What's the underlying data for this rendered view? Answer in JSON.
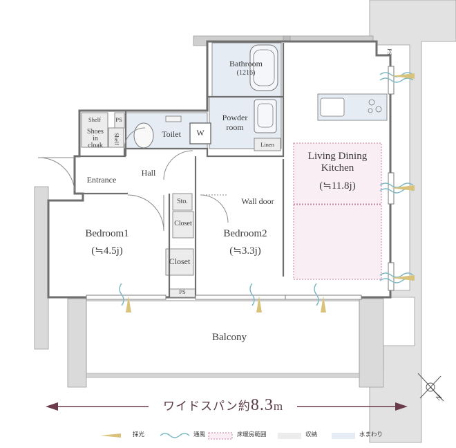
{
  "rooms": {
    "bathroom": {
      "name": "Bathroom",
      "size": "(1216)"
    },
    "powder_room": {
      "line1": "Powder",
      "line2": "room"
    },
    "toilet": "Toilet",
    "washer": "W",
    "linen": "Linen",
    "shelf_top": "Shelf",
    "ps_top": "PS",
    "shoes_cloak": {
      "line1": "Shoes",
      "line2": "in",
      "line3": "cloak"
    },
    "shelf_side": "Shelf",
    "entrance": "Entrance",
    "hall": "Hall",
    "storage": "Sto.",
    "wall_door": "Wall door",
    "closet_1": "Closet",
    "closet_2": "Closet",
    "bedroom1": {
      "name": "Bedroom1",
      "size": "(≒4.5j)"
    },
    "bedroom2": {
      "name": "Bedroom2",
      "size": "(≒3.3j)"
    },
    "ldk": {
      "line1": "Living Dining",
      "line2": "Kitchen",
      "size": "(≒11.8j)"
    },
    "ps_bottom": "PS",
    "ps_right": "PS",
    "balcony": "Balcony"
  },
  "span": {
    "prefix": "ワイドスパン約",
    "value": "8.3",
    "unit": "m"
  },
  "compass": {
    "label": "N"
  },
  "legend": [
    {
      "label": "採光",
      "icon": "daylight-icon"
    },
    {
      "label": "通風",
      "icon": "ventilation-icon"
    },
    {
      "label": "床暖房範囲",
      "icon": "floor-heating-icon"
    },
    {
      "label": "収納",
      "icon": "storage-swatch-icon"
    },
    {
      "label": "水まわり",
      "icon": "water-area-swatch-icon"
    }
  ],
  "colors": {
    "wall": "#d9d9d9",
    "storage": "#ececec",
    "water": "#e6ecf4",
    "floor_heating": "#f8eef3",
    "floor_heating_border": "#c97e9d",
    "daylight": "#d9c27a",
    "ventilation": "#7ab6c2",
    "span_line": "#6b3a4b"
  }
}
